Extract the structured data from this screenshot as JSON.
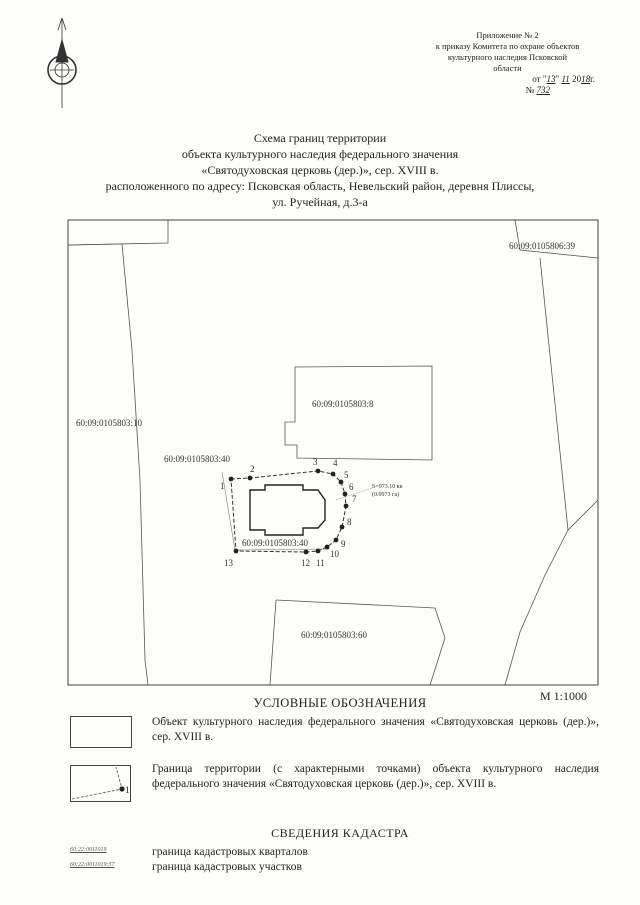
{
  "appendix": {
    "line1": "Приложение № 2",
    "line2": "к приказу Комитета по охране объектов",
    "line3": "культурного наследия Псковской",
    "line4": "области",
    "date_prefix": "от \"",
    "date_day": "13",
    "date_mid": "\"",
    "date_month": "11",
    "date_year": "20",
    "date_year_suffix": "18",
    "date_end": "г.",
    "num_prefix": "№",
    "num_value": "732"
  },
  "title": {
    "line1": "Схема границ территории",
    "line2": "объекта культурного наследия федерального значения",
    "line3": "«Святодуховская церковь (дер.)», сер. XVIII в.",
    "line4": "расположенного по адресу: Псковская область, Невельский район, деревня Плиссы,",
    "line5": "ул. Ручейная, д.3-а"
  },
  "map": {
    "parcels": {
      "p639": "60:09:0105806:39",
      "p310": "60:09:0105803:10",
      "p38": "60:09:0105803:8",
      "p340a": "60:09:0105803:40",
      "p340b": "60:09:0105803:40",
      "p360": "60:09:0105803:60"
    },
    "points": [
      "1",
      "2",
      "3",
      "4",
      "5",
      "6",
      "7",
      "8",
      "9",
      "10",
      "11",
      "12",
      "13"
    ],
    "area_label_1": "S=973.10 кв",
    "area_label_2": "(0.0973 га)"
  },
  "scale": "М 1:1000",
  "legend": {
    "heading": "УСЛОВНЫЕ ОБОЗНАЧЕНИЯ",
    "item1": "Объект культурного наследия федерального значения «Святодуховская церковь (дер.)», сер. XVIII в.",
    "item2": "Граница территории (с характерными точками) объекта культурного наследия федерального значения «Святодуховская церковь (дер.)», сер. XVIII в.",
    "item2_point": "1"
  },
  "cadastre": {
    "heading": "СВЕДЕНИЯ КАДАСТРА",
    "code1": "60:22:0011019",
    "text1": "граница кадастровых кварталов",
    "code2": "60:22:0011019:57",
    "text2": "граница кадастровых участков"
  }
}
